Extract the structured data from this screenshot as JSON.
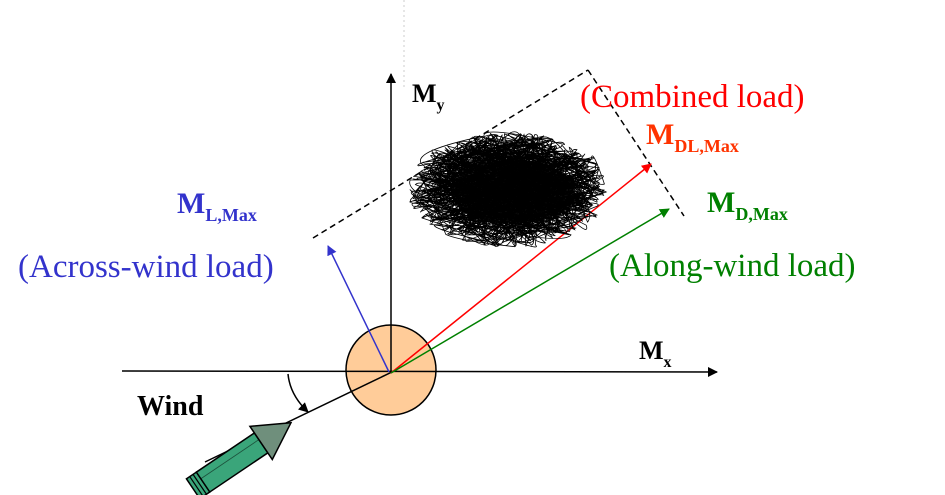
{
  "colors": {
    "moment_y": "#000000",
    "across": "#3333cc",
    "combined": "#ff0000",
    "combined_max": "#ff3300",
    "along": "#008000",
    "tower_fill": "#ffcc99",
    "wind_arrow_fill": "#3aa57a",
    "axis": "#000000"
  },
  "labels": {
    "my_base": "M",
    "my_sub": "y",
    "mx_base": "M",
    "mx_sub": "x",
    "wind": "Wind",
    "combined_load": "(Combined load)",
    "mdl_base": "M",
    "mdl_sub": "DL,Max",
    "ml_base": "M",
    "ml_sub": "L,Max",
    "across_load": "(Across-wind load)",
    "md_base": "M",
    "md_sub": "D,Max",
    "along_load": "(Along-wind load)"
  }
}
